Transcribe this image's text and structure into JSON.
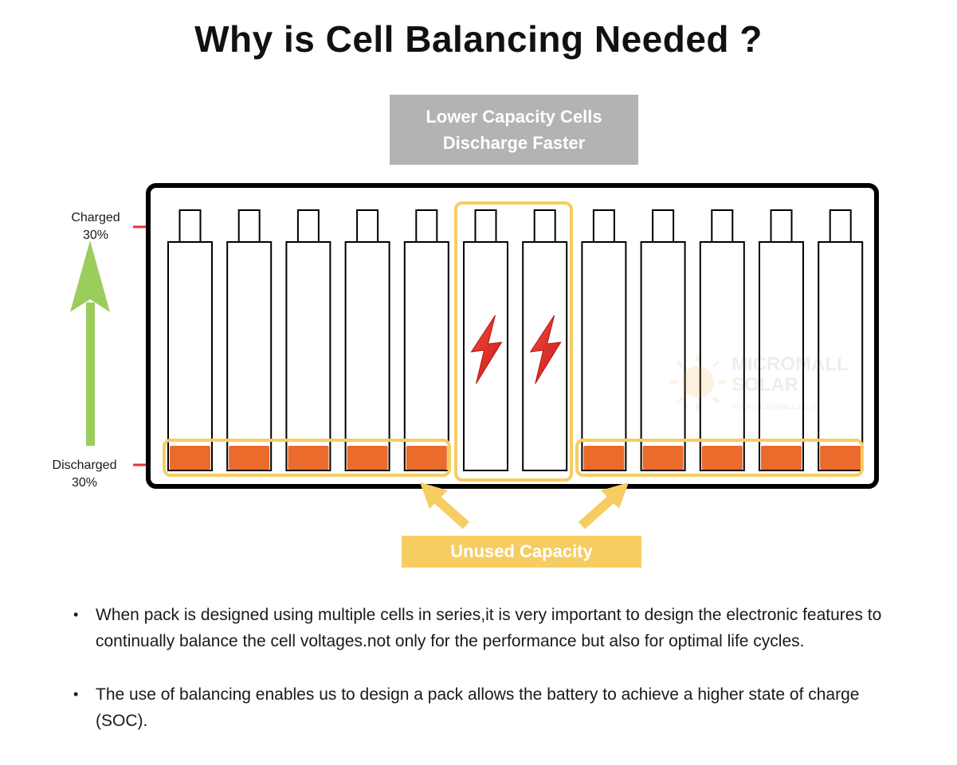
{
  "title": "Why is Cell Balancing Needed ?",
  "callouts": {
    "lower_capacity": [
      "Lower Capacity Cells",
      "Discharge Faster"
    ],
    "unused_capacity": "Unused Capacity"
  },
  "scale": {
    "top_label": [
      "Charged",
      "30%"
    ],
    "bottom_label": [
      "Discharged",
      "30%"
    ]
  },
  "pack": {
    "cell_count": 12,
    "weak_cells": [
      6,
      7
    ],
    "weak_cell_icon": "lightning-bolt-icon",
    "unused_segment_icon": "orange-charge-segment"
  },
  "watermark": {
    "line1": "MICROMALL",
    "line2": "SOLAR",
    "line3": "WWW.MICROMALL.CO.NZ"
  },
  "bullets": [
    "When pack is designed using multiple cells in series,it is very important to design the electronic features to continually balance the cell voltages.not only for the performance but also for optimal life cycles.",
    "The use of balancing enables us to design a pack allows the battery to achieve a higher state of charge (SOC)."
  ],
  "colors": {
    "orange": "#eb6b2c",
    "yellow": "#f6cd63",
    "gray": "#b3b3b3",
    "green": "#9bcd5c",
    "red": "#e03a2a",
    "tick": "#e0362c"
  }
}
